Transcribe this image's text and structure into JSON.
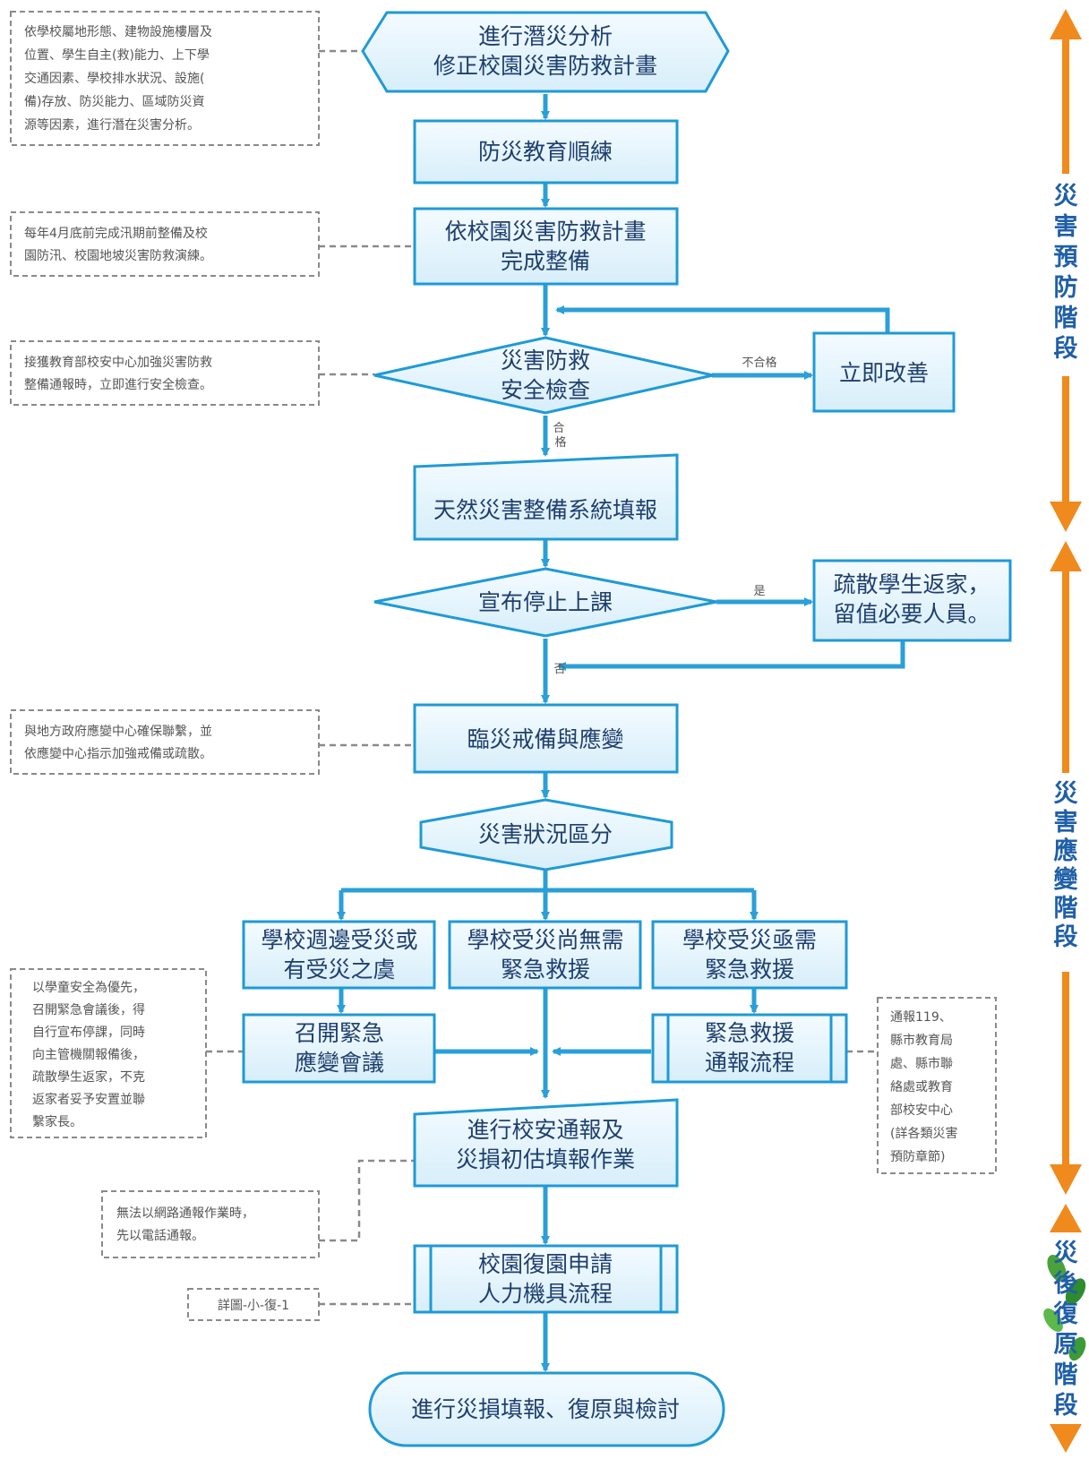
{
  "colors": {
    "node_border": "#1f9ad6",
    "node_fill": "#e9f5fc",
    "node_fill_dark": "#cfe9f7",
    "node_text": "#1f3f6e",
    "edge": "#2a9fd8",
    "note_border": "#8a8a8a",
    "note_text": "#555555",
    "phase_arrow": "#f08a1c",
    "phase_text": "#1f5fa8"
  },
  "nodes": {
    "start": [
      "進行潛災分析",
      "修正校園災害防救計畫"
    ],
    "training": [
      "防災教育順練"
    ],
    "prepare": [
      "依校園災害防救計畫",
      "完成整備"
    ],
    "check": [
      "災害防救",
      "安全檢查"
    ],
    "improve": [
      "立即改善"
    ],
    "report_system": [
      "天然災害整備系統填報"
    ],
    "announce": [
      "宣布停止上課"
    ],
    "evacuate": [
      "疏散學生返家，",
      "留值必要人員。"
    ],
    "alert": [
      "臨災戒備與應變"
    ],
    "classify": [
      "災害狀況區分"
    ],
    "case_a": [
      "學校週邊受災或",
      "有受災之虞"
    ],
    "case_b": [
      "學校受災尚無需",
      "緊急救援"
    ],
    "case_c": [
      "學校受災亟需",
      "緊急救援"
    ],
    "meeting": [
      "召開緊急",
      "應變會議"
    ],
    "rescue": [
      "緊急救援",
      "通報流程"
    ],
    "school_report": [
      "進行校安通報及",
      "災損初估填報作業"
    ],
    "recovery_apply": [
      "校園復園申請",
      "人力機具流程"
    ],
    "end": [
      "進行災損填報、復原與檢討"
    ]
  },
  "edge_labels": {
    "fail": "不合格",
    "pass": "合格",
    "yes": "是",
    "no": "否"
  },
  "notes": {
    "note1": [
      "依學校屬地形態、建物設施樓層及",
      "位置、學生自主(救)能力、上下學",
      "交通因素、學校排水狀況、設施(",
      "備)存放、防災能力、區域防災資",
      "源等因素，進行潛在災害分析。"
    ],
    "note2": [
      "每年4月底前完成汛期前整備及校",
      "園防汛、校園地坡災害防救演練。"
    ],
    "note3": [
      "接獲教育部校安中心加強災害防救",
      "整備通報時，立即進行安全檢查。"
    ],
    "note4": [
      "與地方政府應變中心確保聯繫，並",
      "依應變中心指示加強戒備或疏散。"
    ],
    "note5": [
      "以學童安全為優先，",
      "召開緊急會議後，得",
      "自行宣布停課，同時",
      "向主管機關報備後，",
      "疏散學生返家，不克",
      "返家者妥予安置並聯",
      "繫家長。"
    ],
    "note6": [
      "通報119、",
      "縣市教育局",
      "處、縣市聯",
      "絡處或教育",
      "部校安中心",
      "(詳各類災害",
      "預防章節)"
    ],
    "note7": [
      "無法以網路通報作業時，",
      "先以電話通報。"
    ],
    "note8": [
      "詳圖-小-復-1"
    ]
  },
  "phases": {
    "prevention": "災害預防階段",
    "response": "災害應變階段",
    "recovery": "災後復原階段"
  }
}
